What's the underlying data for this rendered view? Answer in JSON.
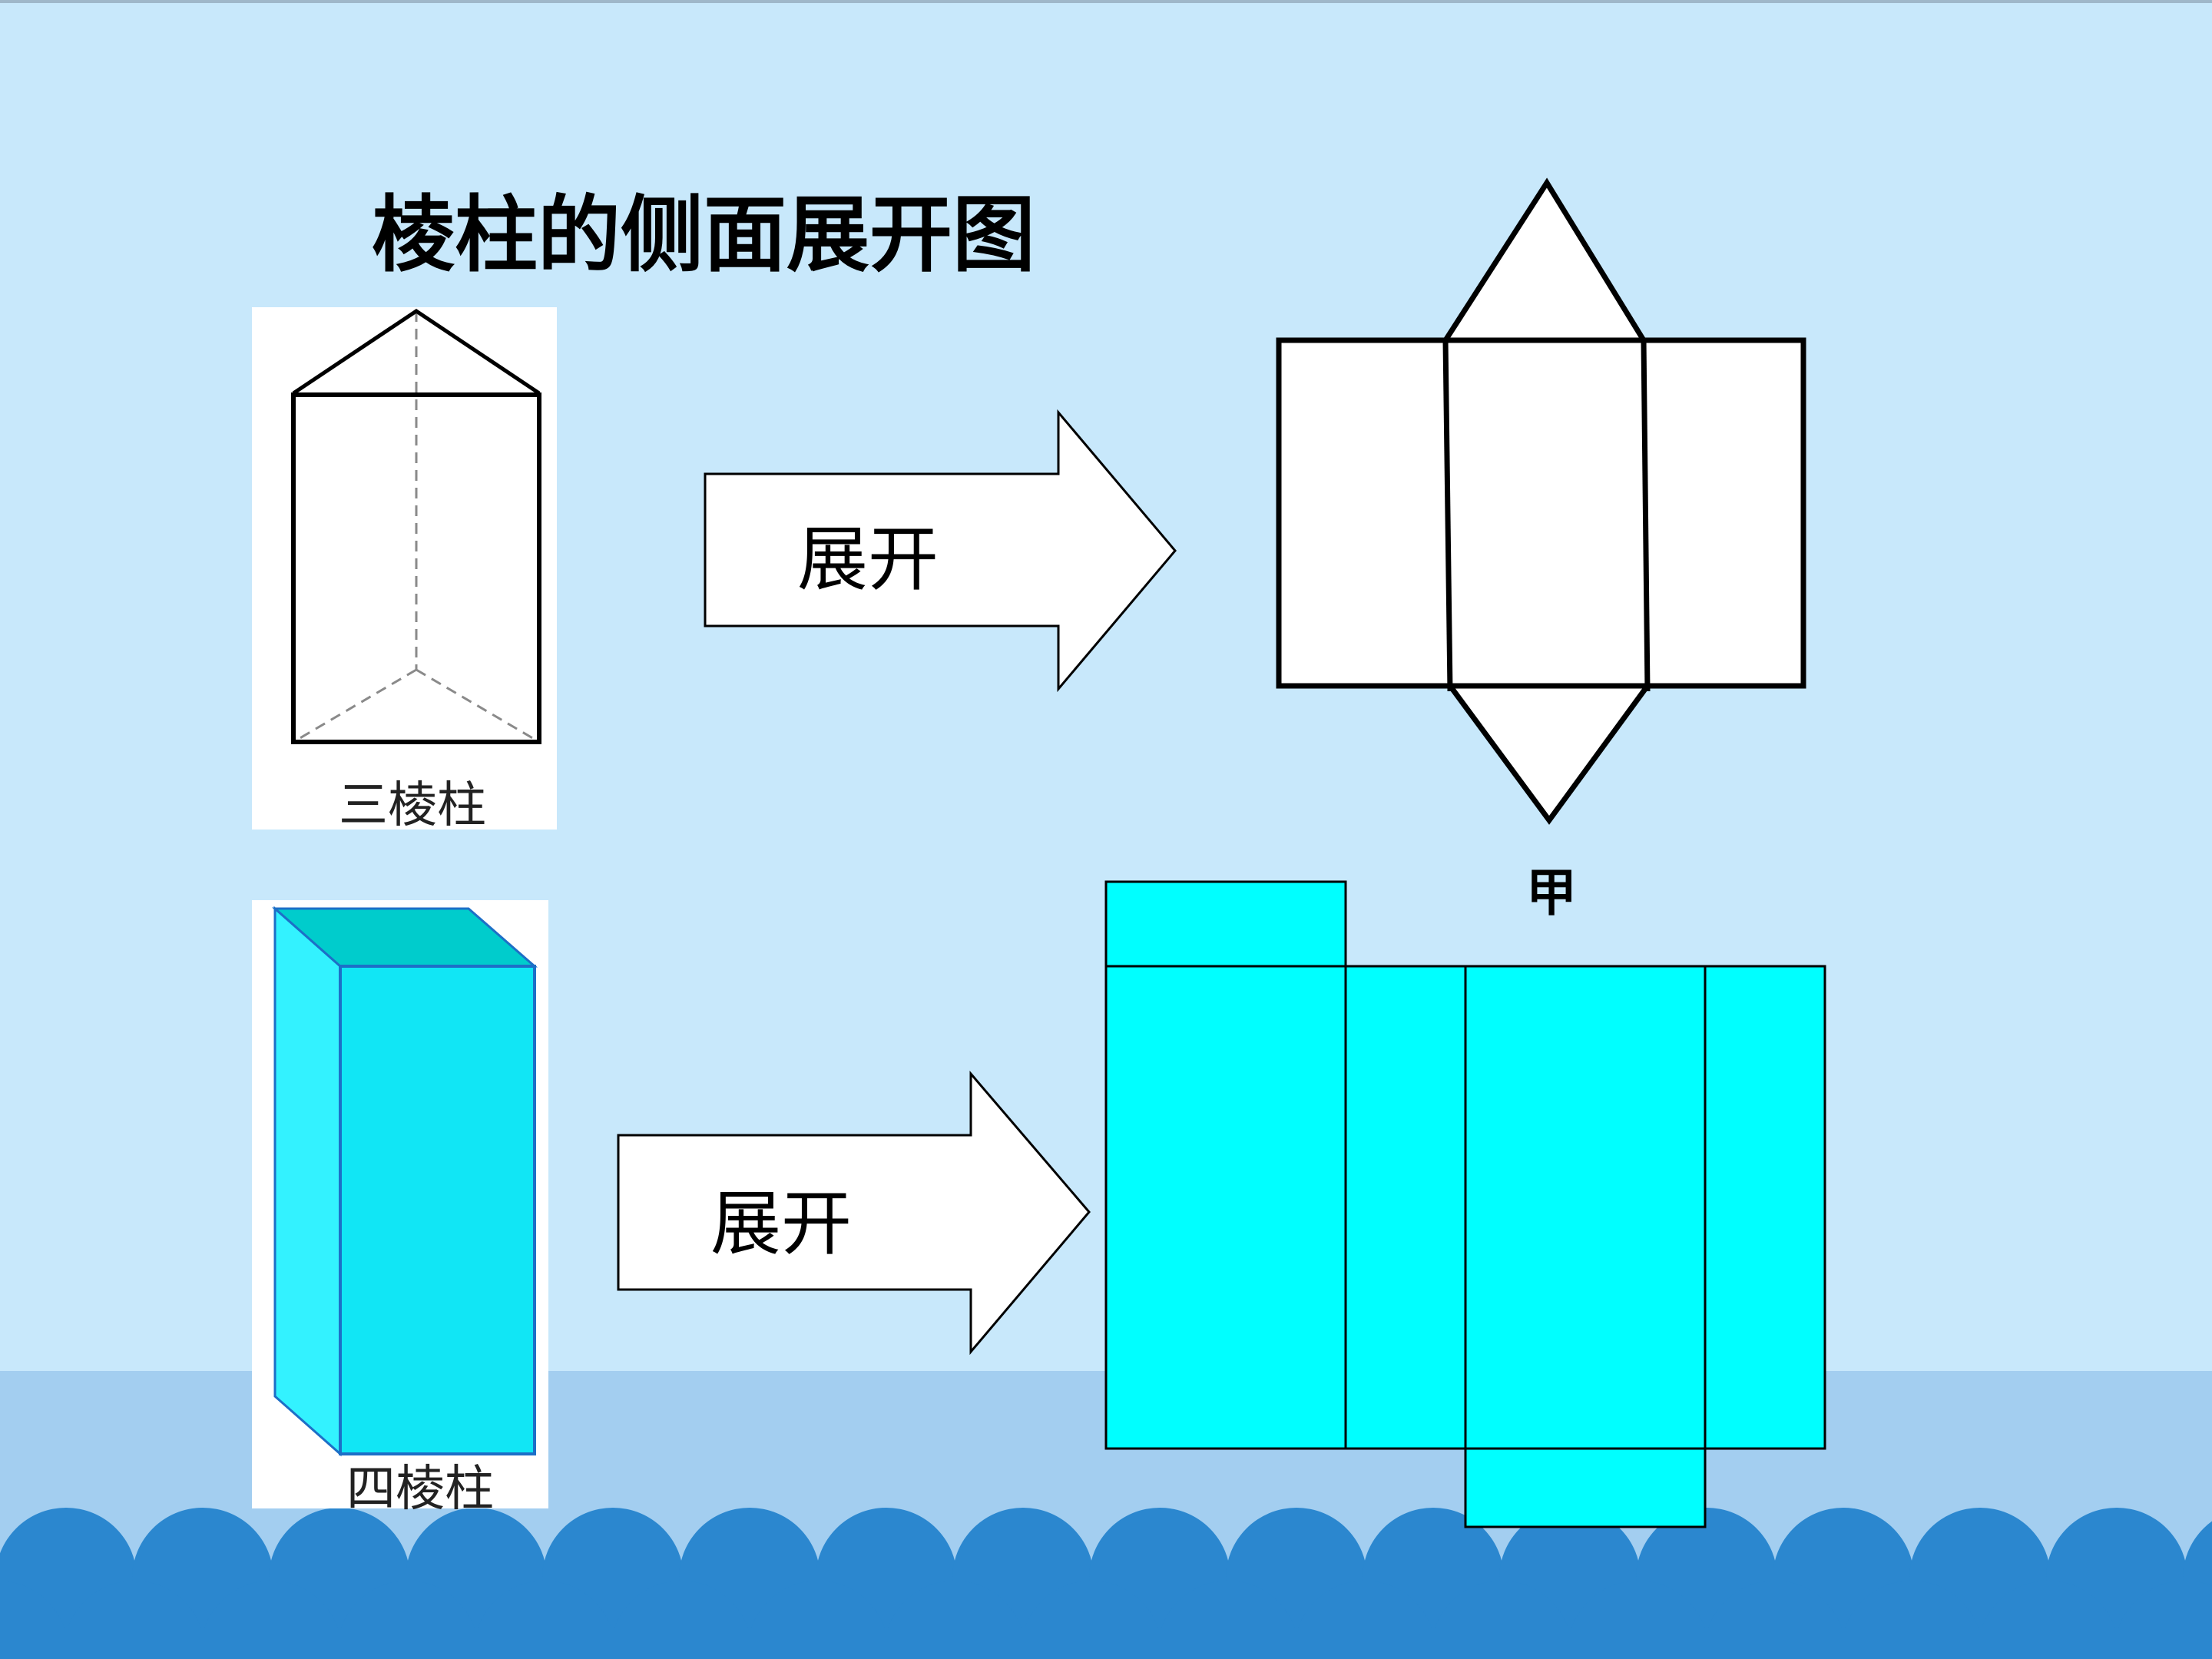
{
  "slide": {
    "title": "棱柱的侧面展开图"
  },
  "triangular_prism": {
    "label": "三棱柱",
    "arrow_label": "展开",
    "net_label": "甲"
  },
  "square_prism": {
    "label": "四棱柱",
    "arrow_label": "展开"
  },
  "colors": {
    "background": "#c8e8fb",
    "sea_band": "#a3cef0",
    "waves": "#2b87cf",
    "cyan_fill": "#00ffff",
    "prism_front": "#11e6f5",
    "prism_side": "#33f2ff",
    "prism_top": "#00cccc",
    "prism_edge": "#1d6fc7"
  }
}
